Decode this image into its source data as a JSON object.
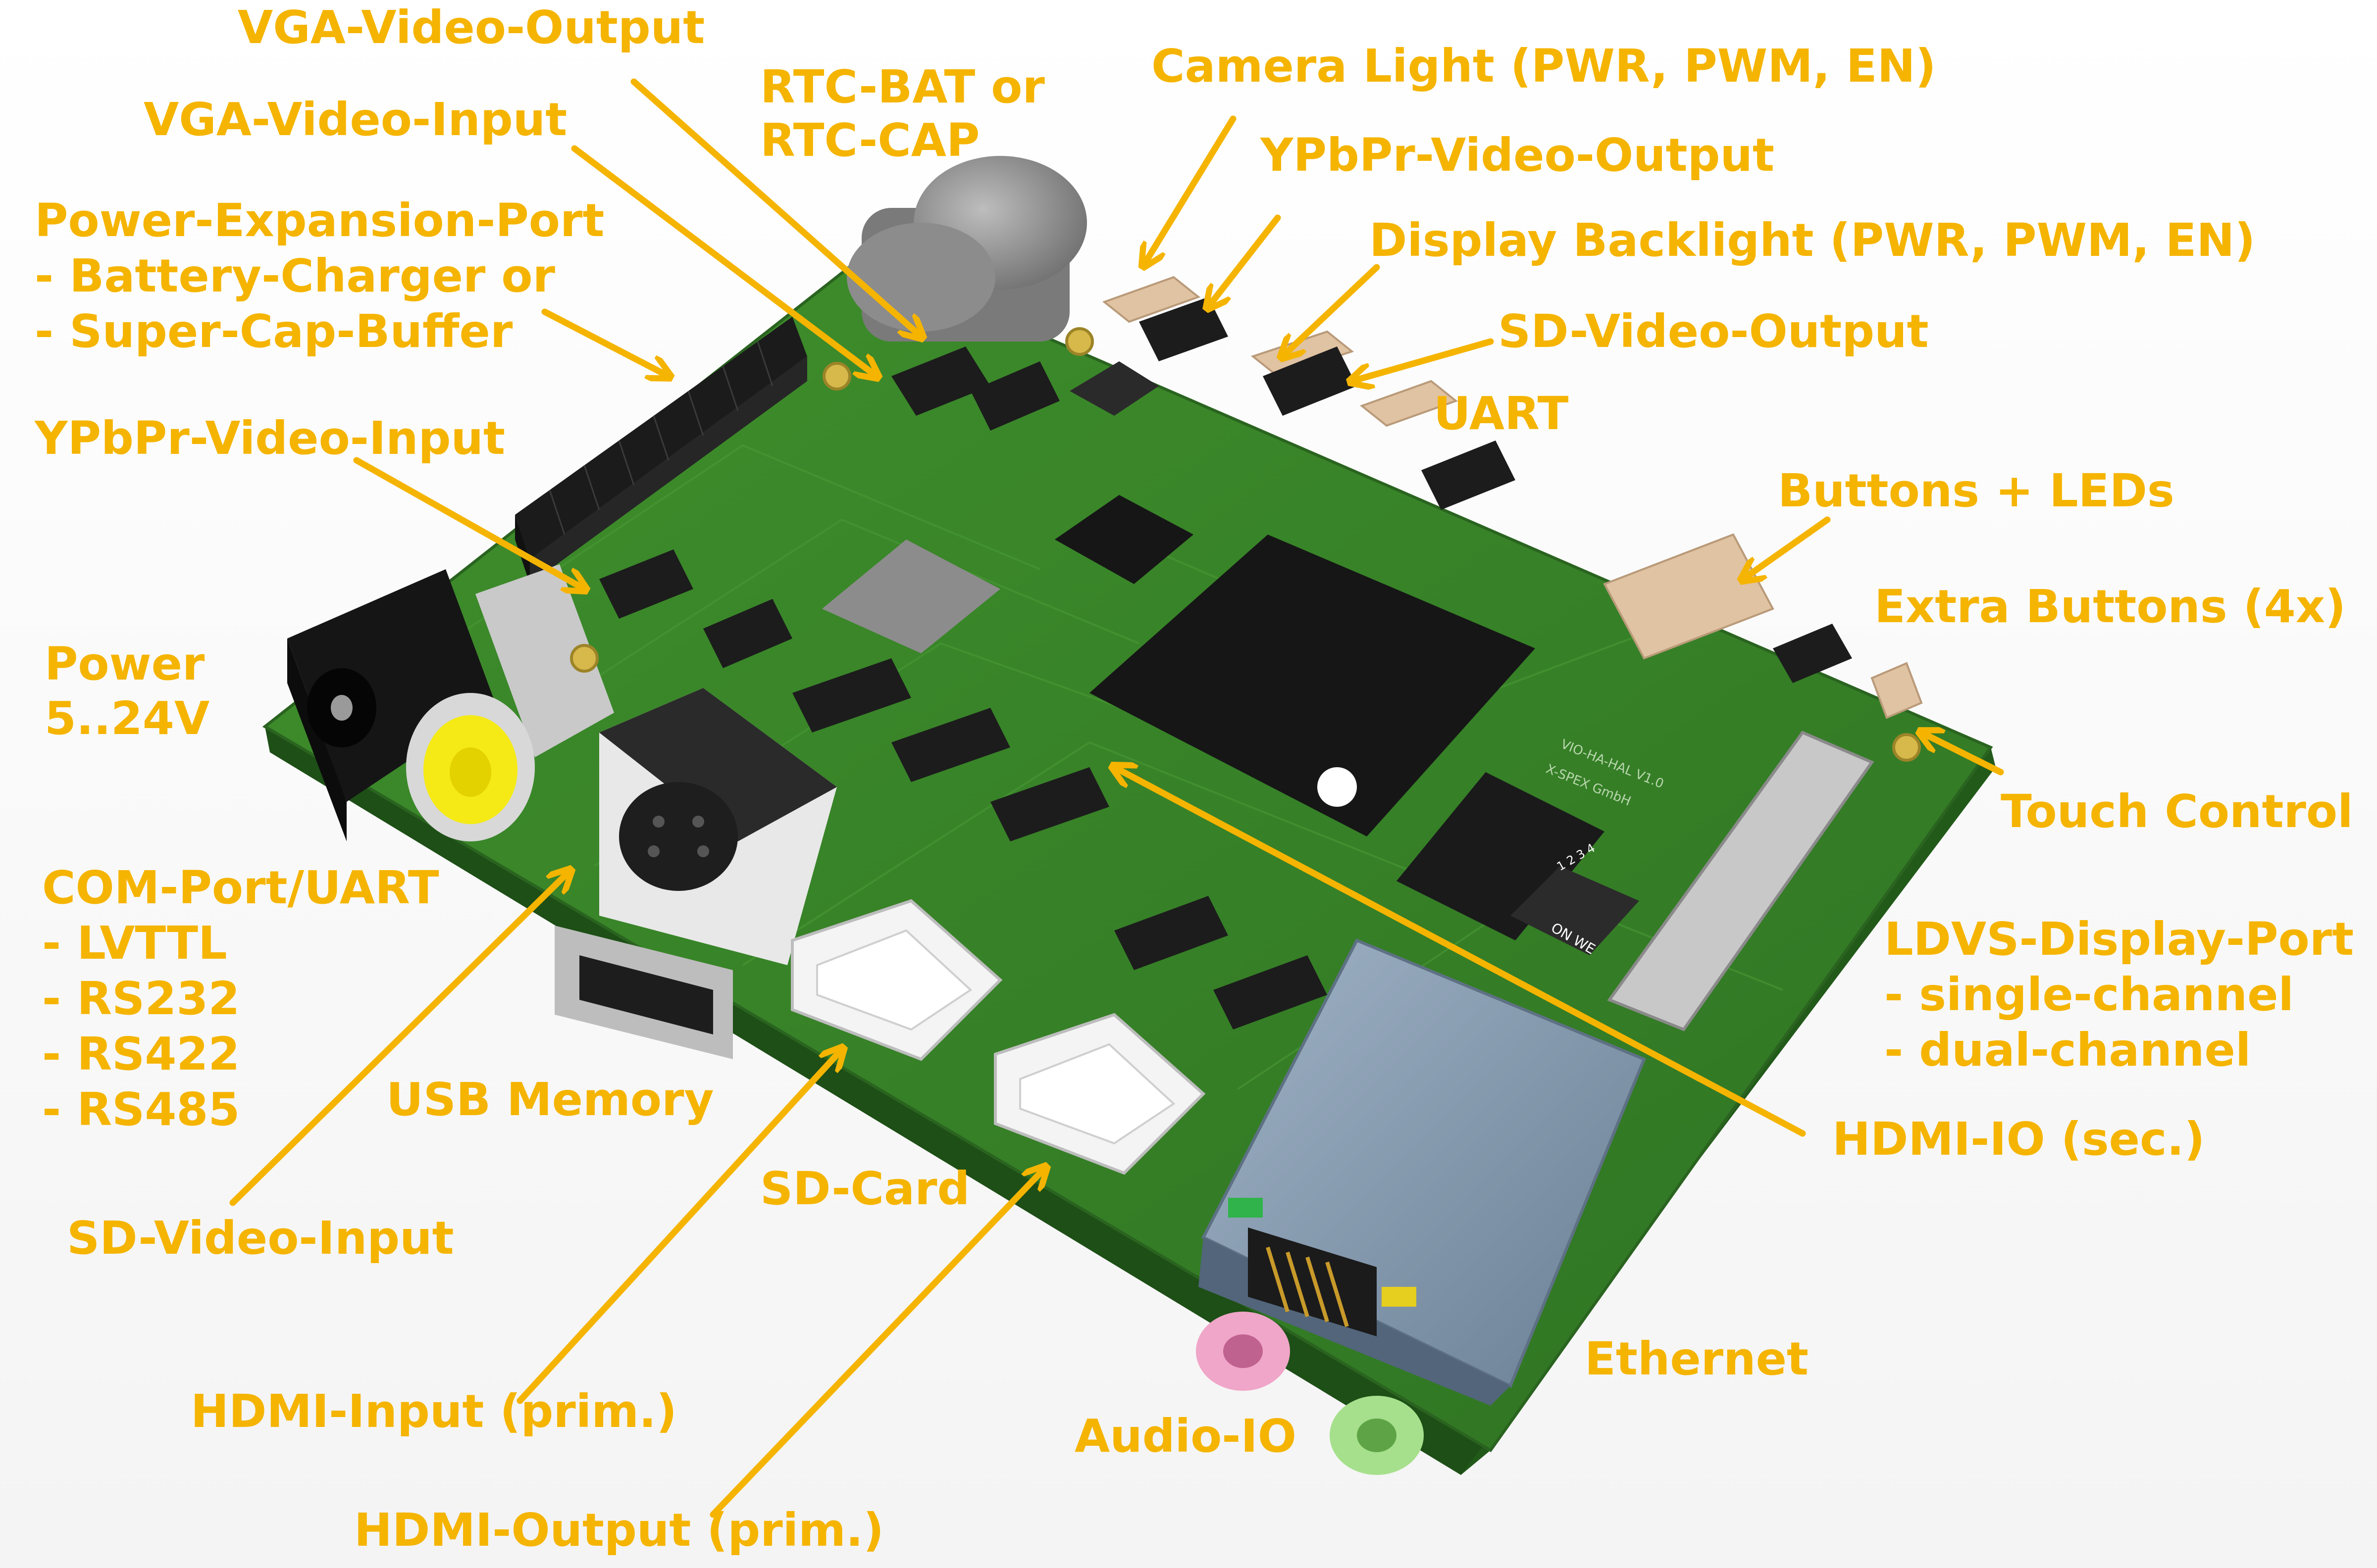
{
  "diagram": {
    "label_color": "#f5b400",
    "board_brand_text": "X-SPEX GmbH",
    "board_id_text": "VIO-HA-HAL V1.0",
    "dip_switch_text": "ON WE",
    "dip_switch_numbers": "1 2 3 4",
    "labels": {
      "vga_output": "VGA-Video-Output",
      "vga_input": "VGA-Video-Input",
      "rtc_line1": "RTC-BAT or",
      "rtc_line2": "RTC-CAP",
      "camera_light": "Camera Light (PWR, PWM, EN)",
      "ypbpr_output": "YPbPr-Video-Output",
      "display_backlight": "Display Backlight (PWR, PWM, EN)",
      "sd_video_output": "SD-Video-Output",
      "uart": "UART",
      "power_exp_line1": "Power-Expansion-Port",
      "power_exp_line2": "- Battery-Charger or",
      "power_exp_line3": "- Super-Cap-Buffer",
      "ypbpr_input": "YPbPr-Video-Input",
      "buttons_leds": "Buttons + LEDs",
      "extra_buttons": "Extra Buttons (4x)",
      "power_line1": "Power",
      "power_line2": "5..24V",
      "touch_control": "Touch Control",
      "com_port": "COM-Port/UART",
      "com_lvttl": "- LVTTL",
      "com_rs232": "- RS232",
      "com_rs422": "- RS422",
      "com_rs485": "- RS485",
      "lvds_line1": "LDVS-Display-Port",
      "lvds_line2": "- single-channel",
      "lvds_line3": "- dual-channel",
      "usb_memory": "USB Memory",
      "hdmi_io_sec": "HDMI-IO (sec.)",
      "sd_card": "SD-Card",
      "sd_video_input": "SD-Video-Input",
      "ethernet": "Ethernet",
      "hdmi_input_prim": "HDMI-Input (prim.)",
      "audio_io": "Audio-IO",
      "hdmi_output_prim": "HDMI-Output (prim.)"
    }
  }
}
